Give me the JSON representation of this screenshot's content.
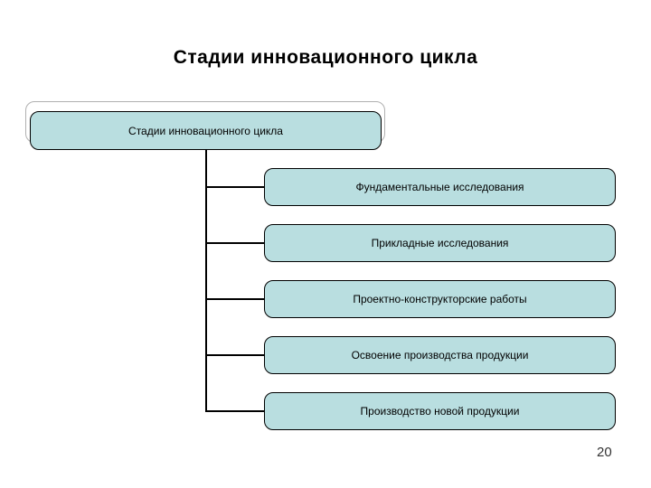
{
  "slide": {
    "title": "Стадии инновационного цикла",
    "page_number": "20"
  },
  "diagram": {
    "root": {
      "label": "Стадии инновационного цикла"
    },
    "children": [
      {
        "label": "Фундаментальные исследования"
      },
      {
        "label": "Прикладные исследования"
      },
      {
        "label": "Проектно-конструкторские работы"
      },
      {
        "label": "Освоение производства продукции"
      },
      {
        "label": "Производство новой продукции"
      }
    ],
    "colors": {
      "box_fill": "#b9dee0",
      "box_border": "#000000",
      "connector": "#000000",
      "ghost_outline": "#b0b0b0"
    }
  }
}
